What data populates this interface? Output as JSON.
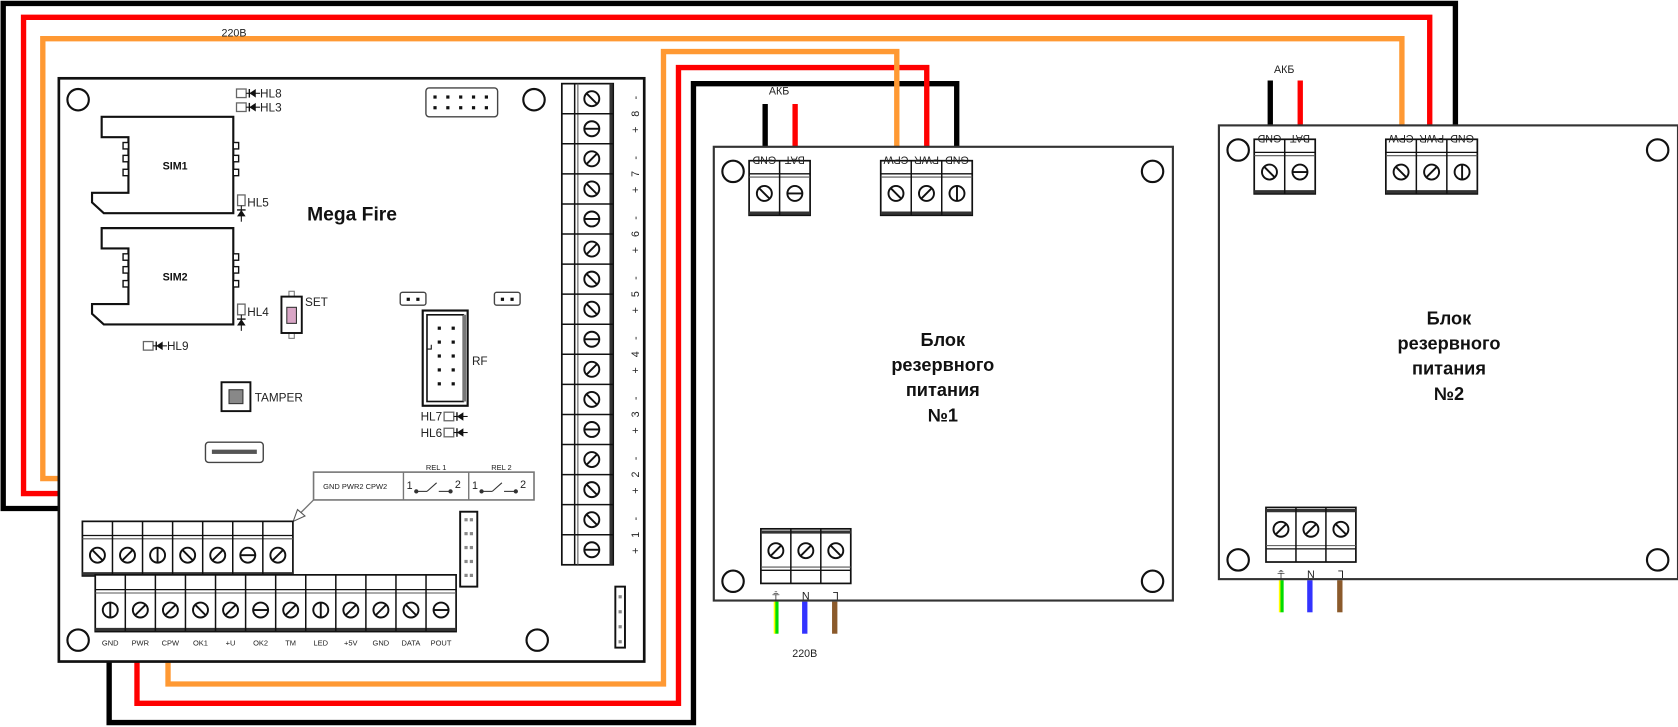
{
  "diagram": {
    "mains_label_top": "220В"
  },
  "controller": {
    "name": "Mega Fire",
    "sim_slots": [
      "SIM1",
      "SIM2"
    ],
    "leds": {
      "hl8": "HL8",
      "hl3": "HL3",
      "hl5": "HL5",
      "hl4": "HL4",
      "hl9": "HL9",
      "hl7": "HL7",
      "hl6": "HL6"
    },
    "set_button_label": "SET",
    "tamper_label": "TAMPER",
    "rf_label": "RF",
    "relay_legend": {
      "power_pins": "GND  PWR2  CPW2",
      "rel1": "REL 1",
      "rel2": "REL 2",
      "pin_a": "1",
      "pin_b": "2"
    },
    "bottom_terminals": [
      "GND",
      "PWR",
      "CPW",
      "OK1",
      "+U",
      "OK2",
      "TM",
      "LED",
      "+5V",
      "GND",
      "DATA",
      "POUT"
    ],
    "zone_terminals": {
      "plus": "+",
      "minus": "-",
      "zones": [
        "1",
        "2",
        "3",
        "4",
        "5",
        "6",
        "7",
        "8"
      ]
    }
  },
  "psu": [
    {
      "title_lines": [
        "Блок",
        "резервного",
        "питания",
        "№1"
      ],
      "battery_label": "АКБ",
      "battery_terminals": [
        "GND",
        "BAT"
      ],
      "output_terminals": [
        "CPW",
        "PWR",
        "GND"
      ],
      "mains_terminals": [
        "⏚",
        "N",
        "L"
      ],
      "mains_label": "220В"
    },
    {
      "title_lines": [
        "Блок",
        "резервного",
        "питания",
        "№2"
      ],
      "battery_label": "АКБ",
      "battery_terminals": [
        "GND",
        "BAT"
      ],
      "output_terminals": [
        "CPW",
        "PWR",
        "GND"
      ],
      "mains_terminals": [
        "⏚",
        "N",
        "L"
      ]
    }
  ],
  "wire_colors": {
    "gnd": "#000000",
    "pwr": "#ff0000",
    "cpw": "#ff9933",
    "earth": "#00dd00",
    "earth_stripe": "#ffff00",
    "neutral": "#3333ff",
    "live": "#8b5a2b",
    "sw_pink": "#d9a6c6"
  }
}
